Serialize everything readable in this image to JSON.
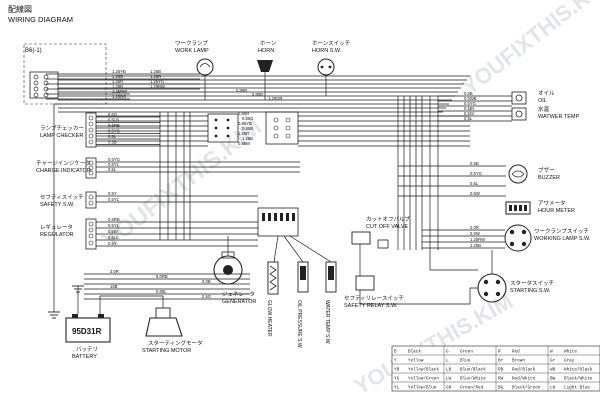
{
  "title": {
    "jp": "配線図",
    "en": "WIRING DIAGRAM"
  },
  "watermark": "YOUFIXTHIS.KIM",
  "connector_id": "B6(-1)",
  "components": {
    "work_lamp": {
      "jp": "ワークランプ",
      "en": "WORK LAMP"
    },
    "horn": {
      "jp": "ホーン",
      "en": "HORN"
    },
    "horn_switch": {
      "jp": "ホーンスイッチ",
      "en": "HORN S.W."
    },
    "oil": {
      "jp": "オイル",
      "en": "OIL"
    },
    "water_temp": {
      "jp": "水温",
      "en": "WATWER TEMP"
    },
    "lamp_checker": {
      "jp": "ランプチェッカー",
      "en": "LAMP CHECKER"
    },
    "charge_indicator": {
      "jp": "チャージインジケータ",
      "en": "CHARGE INDICATOR"
    },
    "safety_sw": {
      "jp": "セフティスイッチ",
      "en": "SAFETY S.W."
    },
    "regulator": {
      "jp": "レギュレータ",
      "en": "REGULATOR"
    },
    "buzzer": {
      "jp": "ブザー",
      "en": "BUZZER"
    },
    "hour_meter": {
      "jp": "アワメータ",
      "en": "HOUR METER"
    },
    "cut_off_valve": {
      "jp": "カットオフバルブ",
      "en": "CUT OFF VALVE"
    },
    "working_lamp_sw": {
      "jp": "ワークランプスイッチ",
      "en": "WORKING LAMP S.W."
    },
    "generator": {
      "jp": "ジェネレータ",
      "en": "GENERATOR"
    },
    "glow_heater": {
      "en": "GLOW HEATER"
    },
    "oil_pressure_sw": {
      "en": "OIL PRESSURE S.W."
    },
    "water_temp_sw": {
      "en": "WATER TEMP S.W."
    },
    "safety_relay": {
      "jp": "セフティリレースイッチ",
      "en": "SAFETY RELAY S.W."
    },
    "starting_sw": {
      "jp": "スタータスイッチ",
      "en": "STARTING S.W."
    },
    "battery": {
      "model": "95D31R",
      "jp": "バッテリ",
      "en": "BATTERY"
    },
    "starting_motor": {
      "jp": "スターティングモータ",
      "en": "STARTING MOTOR"
    }
  },
  "wire_labels": {
    "left_top": [
      "1.25YB",
      "1.25B",
      "1.25R",
      "1.25B",
      "1.25RW",
      "1.25BG"
    ],
    "top_mid": [
      "1.25B",
      "1.25R",
      "1.25YG",
      "1.25BW"
    ],
    "horn_run": [
      "0.85R",
      "0.85B",
      "1.25GR"
    ],
    "upper_run": [
      "0.85R",
      "0.85G",
      "0.85YB",
      "0.85B",
      "1.25R",
      "1.25B",
      "0.85W"
    ],
    "lamp_checker": [
      "0.5G",
      "0.5LB",
      "0.5RB",
      "0.5YG",
      "0.5L",
      "0.5B"
    ],
    "charge": [
      "0.5YG",
      "0.5YL",
      "0.5L"
    ],
    "safety": [
      "0.5Y",
      "0.5YL"
    ],
    "regulator": [
      "0.5RB",
      "0.5YL",
      "0.5Br",
      "0.5Lb",
      "0.5Y"
    ],
    "right_oil": [
      "0.5B",
      "0.5WB",
      "0.5YG",
      "0.5Br",
      "0.5Gr",
      "0.5L"
    ],
    "right_meter": [
      "0.5B",
      "0.5YG",
      "0.5L",
      "0.5W"
    ],
    "right_switch": [
      "2.0R",
      "2.0W",
      "1.25RW",
      "1.25B"
    ],
    "bottom": [
      "3.0R",
      "5.0RB",
      "3.0B",
      "15B",
      "0.85L",
      "0.5G"
    ]
  },
  "color_code": {
    "rows": [
      [
        "B",
        "Black",
        "G",
        "Green",
        "R",
        "Red",
        "W",
        "White"
      ],
      [
        "Y",
        "Yellow",
        "L",
        "Blue",
        "Br",
        "Brown",
        "Gr",
        "Gray"
      ],
      [
        "YB",
        "Yellow/Black",
        "LB",
        "Blue/Black",
        "RB",
        "Red/Black",
        "WB",
        "White/Black"
      ],
      [
        "YG",
        "Yellow/Green",
        "LW",
        "Blue/White",
        "RW",
        "Red/White",
        "BW",
        "Black/White"
      ],
      [
        "YL",
        "Yellow/Blue",
        "GR",
        "Green/Red",
        "BG",
        "Black/Green",
        "Lb",
        "Light Blue"
      ]
    ]
  }
}
